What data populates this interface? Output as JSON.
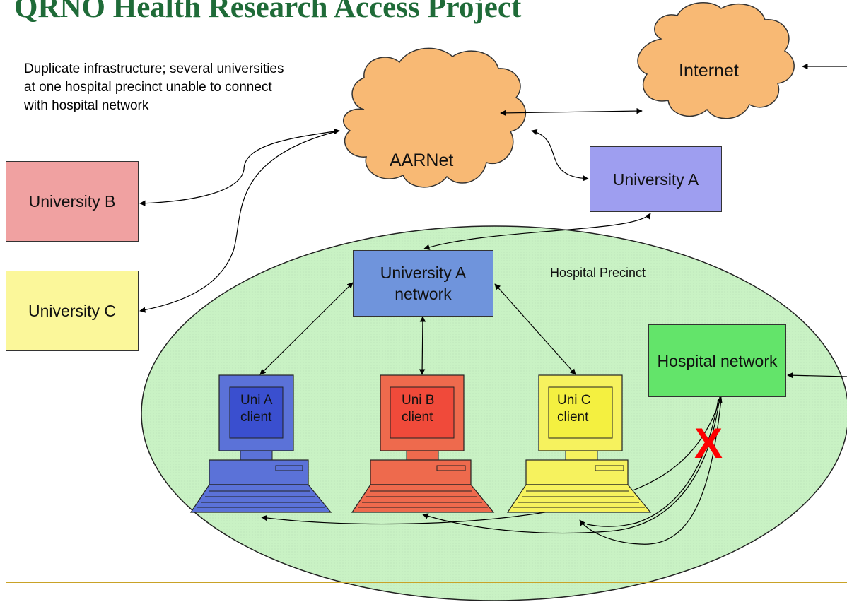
{
  "title": "QRNO Health Research Access Project",
  "note": "Duplicate infrastructure; several universities at one hospital precinct unable to connect with hospital network",
  "clouds": {
    "aarnet": "AARNet",
    "internet": "Internet"
  },
  "nodes": {
    "university_a": "University A",
    "university_b": "University B",
    "university_c": "University C",
    "university_a_network": "University A network",
    "hospital_network": "Hospital network"
  },
  "precinct": {
    "label": "Hospital Precinct"
  },
  "clients": [
    {
      "label": "Uni A client",
      "color": "#5b72d8"
    },
    {
      "label": "Uni B client",
      "color": "#ee6a4d"
    },
    {
      "label": "Uni C client",
      "color": "#f6f25e"
    }
  ],
  "blocked_marker": "X",
  "colors": {
    "title": "#1f6b38",
    "precinct_fill": "#c9f2c4",
    "cloud_fill": "#f8b974",
    "divider": "#c9a227",
    "blocked": "#ff0000"
  }
}
